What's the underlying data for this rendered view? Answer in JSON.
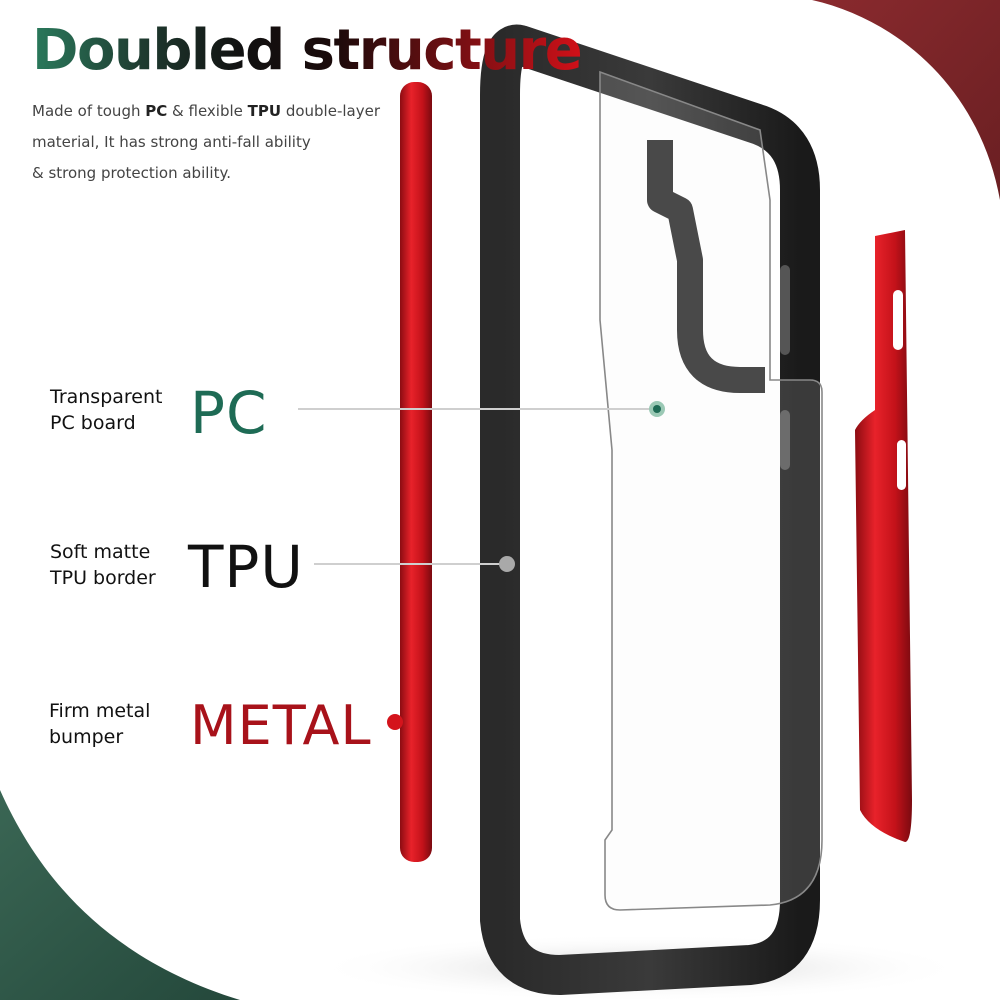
{
  "header": {
    "title": "Doubled structure",
    "description": {
      "line1_pre": "Made of tough ",
      "line1_bold1": "PC",
      "line1_mid": " & flexible ",
      "line1_bold2": "TPU",
      "line1_post": " double-layer",
      "line2": "material, It has strong anti-fall ability",
      "line3": "& strong protection ability."
    }
  },
  "callouts": [
    {
      "small_line1": "Transparent",
      "small_line2": "PC board",
      "big": "PC",
      "color": "#1e6b55"
    },
    {
      "small_line1": "Soft matte",
      "small_line2": "TPU border",
      "big": "TPU",
      "color": "#111111"
    },
    {
      "small_line1": "Firm metal",
      "small_line2": "bumper",
      "big": "METAL",
      "color": "#a8121a"
    }
  ],
  "colors": {
    "accent_green": "#2e5a4a",
    "accent_red": "#7a2428",
    "metal_red": "#d4141c",
    "tpu_black": "#1f1f1f"
  }
}
